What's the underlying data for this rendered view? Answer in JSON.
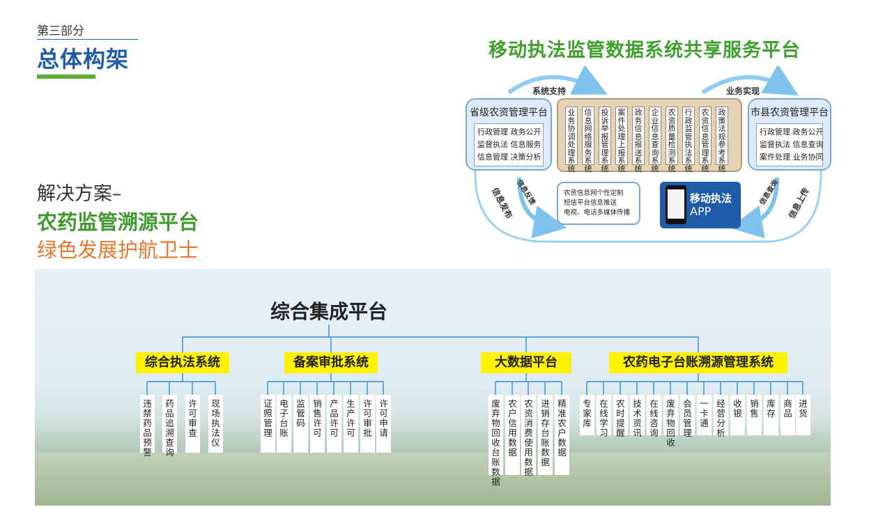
{
  "section": {
    "label": "第三部分",
    "title": "总体构架"
  },
  "solution": {
    "prefix": "解决方案–",
    "main": "农药监管溯源平台",
    "sub": "绿色发展护航卫士"
  },
  "platform": {
    "title": "移动执法监管数据系统共享服务平台",
    "arrow_top_left": "系统支持",
    "arrow_top_right": "业务实现",
    "arrow_info_publish": "信息发布",
    "arrow_info_feedback": "信息反馈",
    "arrow_info_query": "信息查询",
    "arrow_info_upload": "信息上传",
    "provincial": {
      "title": "省级农资管理平台",
      "rows": [
        "行政管理 政务公开",
        "监督执法 信息服务",
        "信息管理 决策分析"
      ]
    },
    "county": {
      "title": "市县农资管理平台",
      "rows": [
        "行政管理 政务公开",
        "监督执法 信息查询",
        "案件处理 业务协同"
      ]
    },
    "systems": [
      "业务协调处理系统",
      "信息网络服务系统",
      "投诉举报管理系统",
      "案件处理上报系统",
      "政务信息报送系统",
      "企业信息查询系统",
      "农资质量检测系统",
      "行政监管执法系统",
      "农资信息管理系统",
      "政策法规参考系统"
    ],
    "info_box": [
      "农资信息网个性定制",
      "短信平台信息推送",
      "电视、电话多媒体传播"
    ],
    "app": {
      "line1": "移动执法",
      "line2": "APP"
    }
  },
  "tree": {
    "root": "综合集成平台",
    "categories": [
      {
        "name": "综合执法系统",
        "leaves": [
          "违禁药品预警",
          "药品追溯查询",
          "许可审查",
          "现场执法仪"
        ]
      },
      {
        "name": "备案审批系统",
        "leaves": [
          "证照管理",
          "电子台账",
          "监管码",
          "销售许可",
          "产品许可",
          "生产许可",
          "许可审批",
          "许可申请"
        ]
      },
      {
        "name": "大数据平台",
        "leaves": [
          "废弃物回收台账数据",
          "农户信用数据",
          "农资消费使用数据",
          "进销存台账数据",
          "精准农户数据"
        ]
      },
      {
        "name": "农药电子台账溯源管理系统",
        "leaves": [
          "专家库",
          "在线学习",
          "农时提醒",
          "技术资讯",
          "在线咨询",
          "废弃物回收",
          "会员管理",
          "一卡通",
          "经营分析",
          "收银",
          "销售",
          "库存",
          "商品",
          "进货"
        ]
      }
    ]
  }
}
